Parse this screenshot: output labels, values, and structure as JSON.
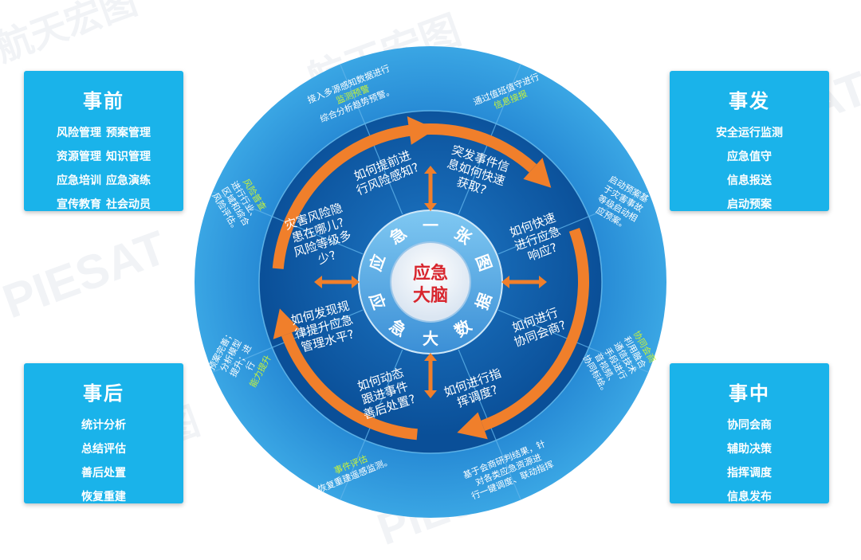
{
  "watermark": {
    "brand_cn": "航天宏图",
    "brand_en": "PIESAT"
  },
  "corner_boxes": {
    "before": {
      "title": "事前",
      "rows": [
        [
          "风险管理",
          "预案管理"
        ],
        [
          "资源管理",
          "知识管理"
        ],
        [
          "应急培训",
          "应急演练"
        ],
        [
          "宣传教育",
          "社会动员"
        ]
      ]
    },
    "occur": {
      "title": "事发",
      "rows": [
        [
          "安全运行监测"
        ],
        [
          "应急值守"
        ],
        [
          "信息报送"
        ],
        [
          "启动预案"
        ]
      ]
    },
    "after": {
      "title": "事后",
      "rows": [
        [
          "统计分析"
        ],
        [
          "总结评估"
        ],
        [
          "善后处置"
        ],
        [
          "恢复重建"
        ]
      ]
    },
    "during": {
      "title": "事中",
      "rows": [
        [
          "协同会商"
        ],
        [
          "辅助决策"
        ],
        [
          "指挥调度"
        ],
        [
          "信息发布"
        ]
      ]
    }
  },
  "center": {
    "core": [
      "应急",
      "大脑"
    ],
    "ring_top": [
      "应",
      "急",
      "一",
      "张",
      "图"
    ],
    "ring_bottom": [
      "应",
      "急",
      "大",
      "数",
      "据"
    ]
  },
  "questions": {
    "q1": [
      "如何提前进",
      "行风险感知?"
    ],
    "q2": [
      "突发事件信",
      "息如何快速",
      "获取?"
    ],
    "q3": [
      "如何快速",
      "进行应急",
      "响应?"
    ],
    "q4": [
      "如何进行",
      "协同会商?"
    ],
    "q5": [
      "如何进行指",
      "挥调度?"
    ],
    "q6": [
      "如何动态",
      "跟进事件",
      "善后处置?"
    ],
    "q7": [
      "如何发现规",
      "律提升应急",
      "管理水平?"
    ],
    "q8": [
      "灾害风险隐",
      "患在哪儿?",
      "风险等级多",
      "少?"
    ]
  },
  "outer_notes": {
    "n1": {
      "lines": [
        "接入多源感知数据进行",
        "监测预警",
        "综合分析趋势预警。"
      ],
      "highlight": "监测预警"
    },
    "n2": {
      "lines": [
        "通过值班值守进行",
        "信息接报"
      ],
      "highlight": "信息接报"
    },
    "n3": {
      "lines": [
        "启动预案基",
        "于灾害事故",
        "等级启动相",
        "应预案。"
      ],
      "highlight": "启动预案"
    },
    "n4": {
      "lines": [
        "协同会商",
        "利用融合",
        "通信技术",
        "手段进行",
        "音视频、",
        "协同标绘。"
      ],
      "highlight": "协同会商"
    },
    "n5": {
      "lines": [
        "基于会商研判结果，针",
        "对各类应急资源进",
        "行一键调度、联动指挥"
      ],
      "highlight": "联动指挥"
    },
    "n6": {
      "lines": [
        "事件评估",
        "恢复重建遥感监测。"
      ],
      "highlight": "事件评估"
    },
    "n7": {
      "lines": [
        "预案完善；",
        "分析模型",
        "提升；进",
        "行",
        "能力提升"
      ],
      "highlight": "能力提升"
    },
    "n8": {
      "lines": [
        "风险普查",
        "进行行业、",
        "区域和综合",
        "风险评估。"
      ],
      "highlight": "风险普查"
    }
  },
  "colors": {
    "box_blue": "#1ab3ea",
    "outer_ring": "#2a93d6",
    "inner_zone": "#0e68b8",
    "arrow_orange": "#f07f2b",
    "highlight_green": "#c7f23a",
    "core_text": "#d8262e"
  }
}
